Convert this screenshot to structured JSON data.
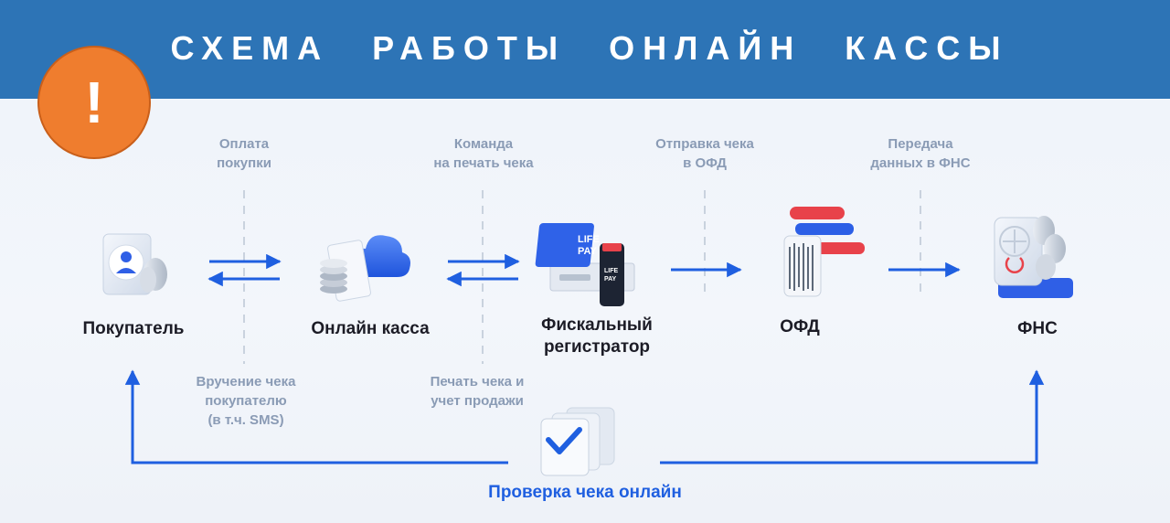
{
  "header": {
    "title": "СХЕМА РАБОТЫ ОНЛАЙН КАССЫ"
  },
  "badge": {
    "symbol": "!"
  },
  "nodes": {
    "buyer": "Покупатель",
    "online_kassa": "Онлайн касса",
    "fiscal": "Фискальный\nрегистратор",
    "ofd": "ОФД",
    "fns": "ФНС"
  },
  "steps": {
    "payment": "Оплата\nпокупки",
    "print_command": "Команда\nна печать чека",
    "send_ofd": "Отправка чека\nв ОФД",
    "transfer_fns": "Передача\nданных в ФНС",
    "delivery": "Вручение чека\nпокупателю\n(в т.ч. SMS)",
    "print_sale": "Печать чека и\nучет продажи"
  },
  "verify": {
    "label": "Проверка чека онлайн"
  },
  "device": {
    "brand_top": "LIFE",
    "brand_bottom": "PAY"
  },
  "colors": {
    "header": "#2d74b6",
    "badge": "#ef7d2e",
    "arrow": "#1f5fe0",
    "divider": "#c9d2de",
    "ofd_red": "#e8424a",
    "ofd_blue": "#2c5fe6"
  }
}
